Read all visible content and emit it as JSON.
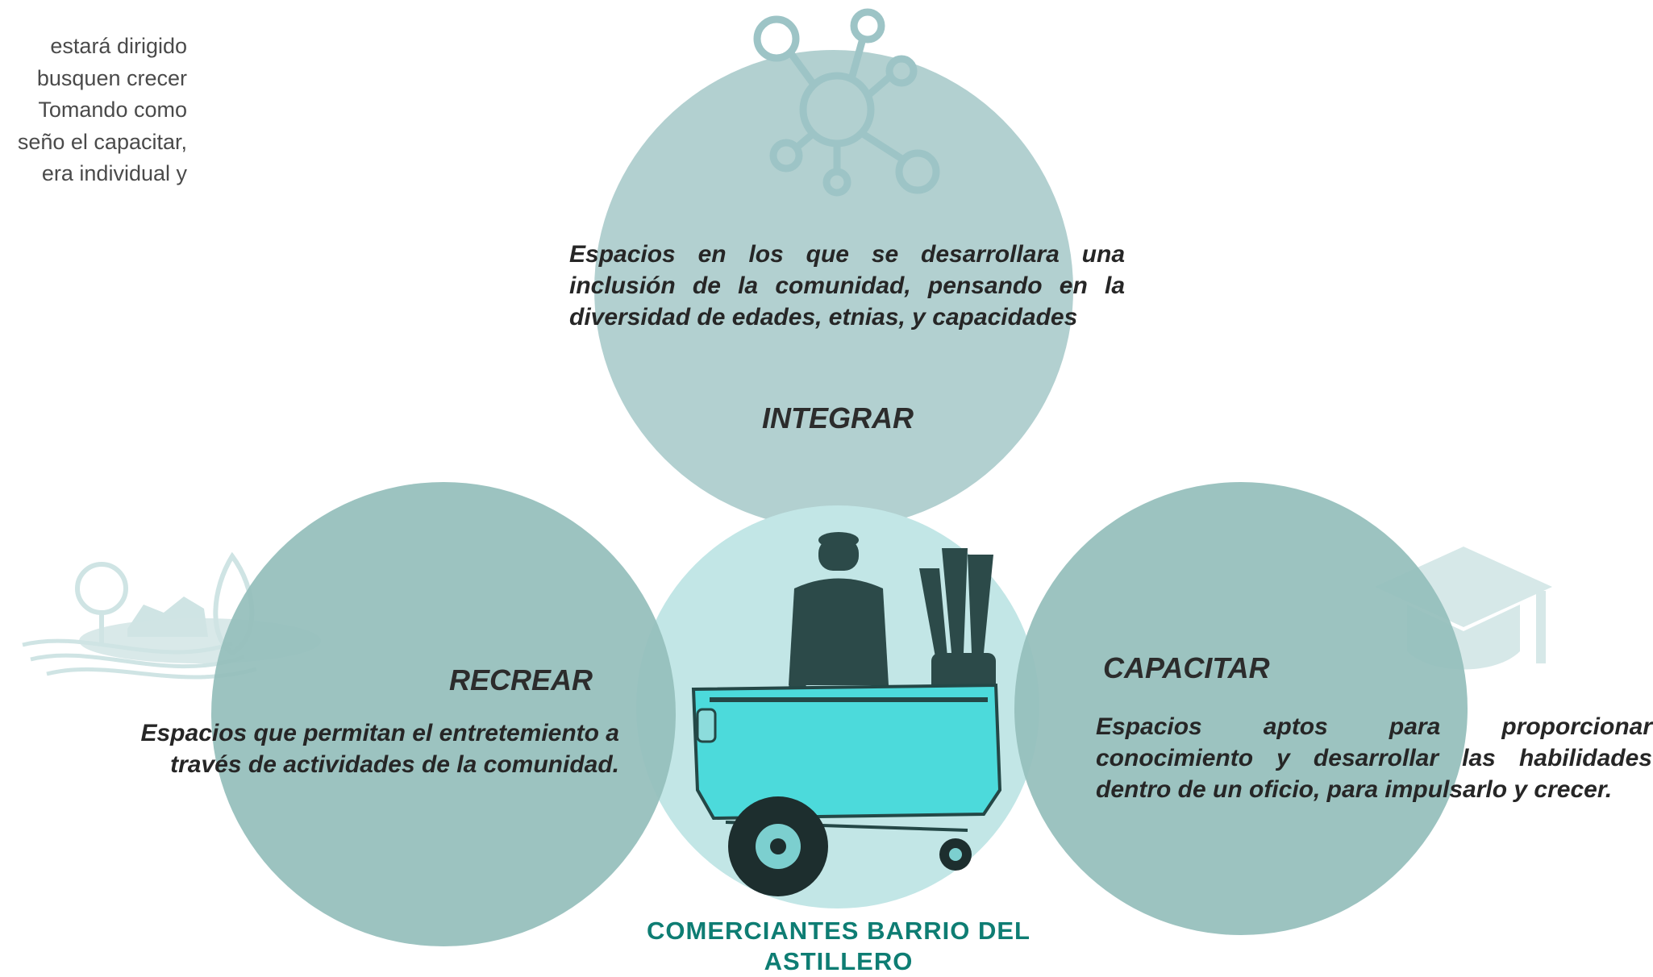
{
  "intro": {
    "lines": [
      "estará dirigido",
      "busquen crecer",
      "Tomando como",
      "seño el capacitar,",
      "era individual y"
    ]
  },
  "integrar": {
    "title": "INTEGRAR",
    "description": "Espacios en los que se desarrollara una inclusión de la comunidad, pensando en la diversidad de edades, etnias, y capacidades",
    "icon": "network-icon"
  },
  "recrear": {
    "title": "RECREAR",
    "description": "Espacios que permitan el entretemiento a través de actividades de la comunidad.",
    "icon": "park-landscape-icon"
  },
  "capacitar": {
    "title": "CAPACITAR",
    "description": "Espacios aptos para proporcionar conocimiento y desarrollar las habilidades dentro de un oficio, para impulsarlo y crecer.",
    "icon": "graduation-cap-icon"
  },
  "center": {
    "caption": "COMERCIANTES BARRIO DEL ASTILLERO",
    "image": "street-vendor-cart-photo"
  },
  "colors": {
    "top_circle": "#b2d0d0",
    "side_circles": "#95bebb",
    "center_circle": "#c2e6e6",
    "caption": "#0e7d73"
  }
}
